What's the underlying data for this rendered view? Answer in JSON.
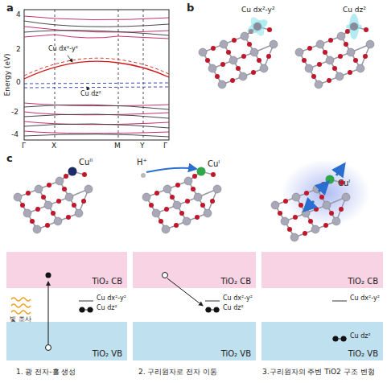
{
  "diagram": {
    "nodes": [
      {
        "text": [
          "TiO₂ CB"
        ]
      },
      {
        "text": [
          "TiO₂ CB"
        ]
      },
      {
        "text": [
          "TiO₂ CB"
        ]
      },
      {
        "text": [
          "TiO₂ VB"
        ]
      },
      {
        "text": [
          "TiO₂ VB"
        ]
      },
      {
        "text": [
          "TiO₂ VB"
        ]
      }
    ],
    "labels": [
      "a",
      "b",
      "c",
      "4",
      "2",
      "0",
      "-2",
      "-4",
      "Energy (eV)",
      "Γ",
      "X",
      "M",
      "Y",
      "Γ",
      "Cu dx²-y²",
      "Cu dz²",
      "Cu dx²-y²",
      "Cu dz²",
      "Cuᴵᴵ",
      "H⁺",
      "Cuᴵ",
      "Cuᴵ",
      "Cu dx²-y²",
      "Cu dz²",
      "Cu dx²-y²",
      "Cu dz²",
      "Cu dx²-y²",
      "Cu dz²",
      "빛 조사",
      "1. 광 전자-홀 생성",
      "2. 구리원자로 전자 이동",
      "3.구리원자의 주변 TiO2 구조 변형"
    ]
  }
}
